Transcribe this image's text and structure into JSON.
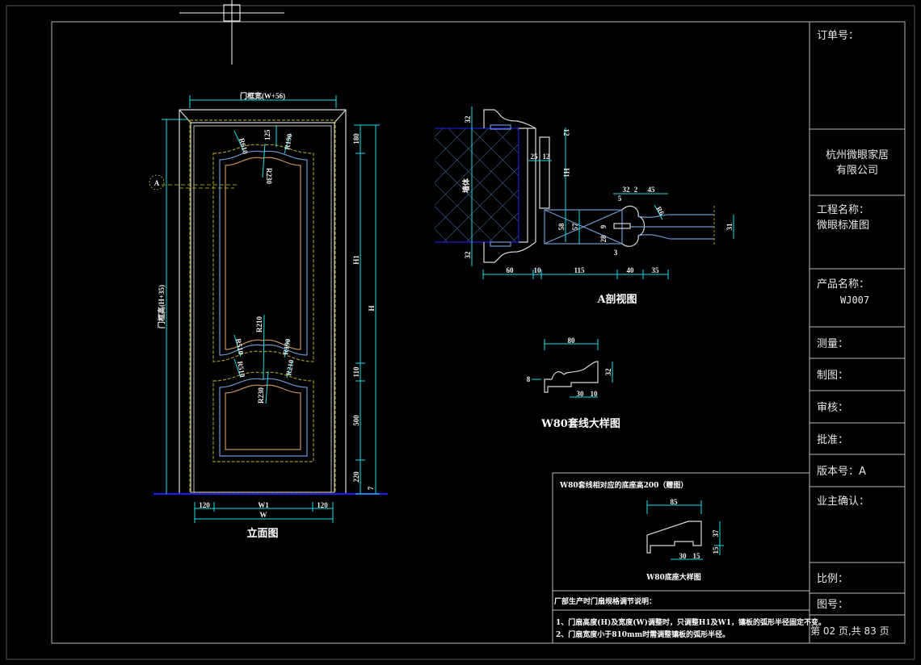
{
  "title_block": {
    "order_no": "订单号：",
    "company_line1": "杭州微眼家居",
    "company_line2": "有限公司",
    "project_label": "工程名称：",
    "project_value": "微眼标准图",
    "product_label": "产品名称：",
    "product_value": "WJ007",
    "measure": "测量：",
    "drawing": "制图：",
    "review": "审核：",
    "approve": "批准：",
    "version": "版本号：A",
    "owner_confirm": "业主确认：",
    "scale": "比例：",
    "drawing_no": "图号：",
    "page": "第 02 页,共 83 页"
  },
  "elevation": {
    "title": "立面图",
    "frame_width": "门框宽(W+56)",
    "frame_height": "门框高(H+35)",
    "section_mark": "A",
    "dims_right": [
      "180",
      "H1",
      "110",
      "500",
      "220"
    ],
    "total_height": "H",
    "floor_gap": "7",
    "dims_bottom": [
      "120",
      "W1",
      "120"
    ],
    "total_width": "W",
    "radii": [
      "R610",
      "125",
      "R190",
      "R230",
      "R210",
      "R510",
      "R190",
      "R510",
      "R210",
      "R230"
    ]
  },
  "section": {
    "title": "A剖视图",
    "wall_label": "墙体",
    "dims": [
      "32",
      "25",
      "12",
      "12",
      "H1",
      "32",
      "2",
      "45",
      "5",
      "R6",
      "58",
      "57",
      "9",
      "28",
      "3",
      "31",
      "32"
    ],
    "dims_bottom": [
      "60",
      "10",
      "115",
      "40",
      "35"
    ]
  },
  "casing_detail": {
    "title": "W80套线大样图",
    "dims": [
      "80",
      "32",
      "8",
      "30",
      "10"
    ]
  },
  "base_detail": {
    "header": "W80套线相对应的底座高200（赠图）",
    "title": "W80底座大样图",
    "dims": [
      "85",
      "37",
      "15",
      "30",
      "15"
    ]
  },
  "notes": {
    "heading": "厂部生产时门扇规格调节说明：",
    "items": [
      "1、门扇高度(H)及宽度(W)调整时，只调整H1及W1，镶板的弧形半径固定不变。",
      "2、门扇宽度小于810mm时需调整镶板的弧形半径。"
    ]
  }
}
